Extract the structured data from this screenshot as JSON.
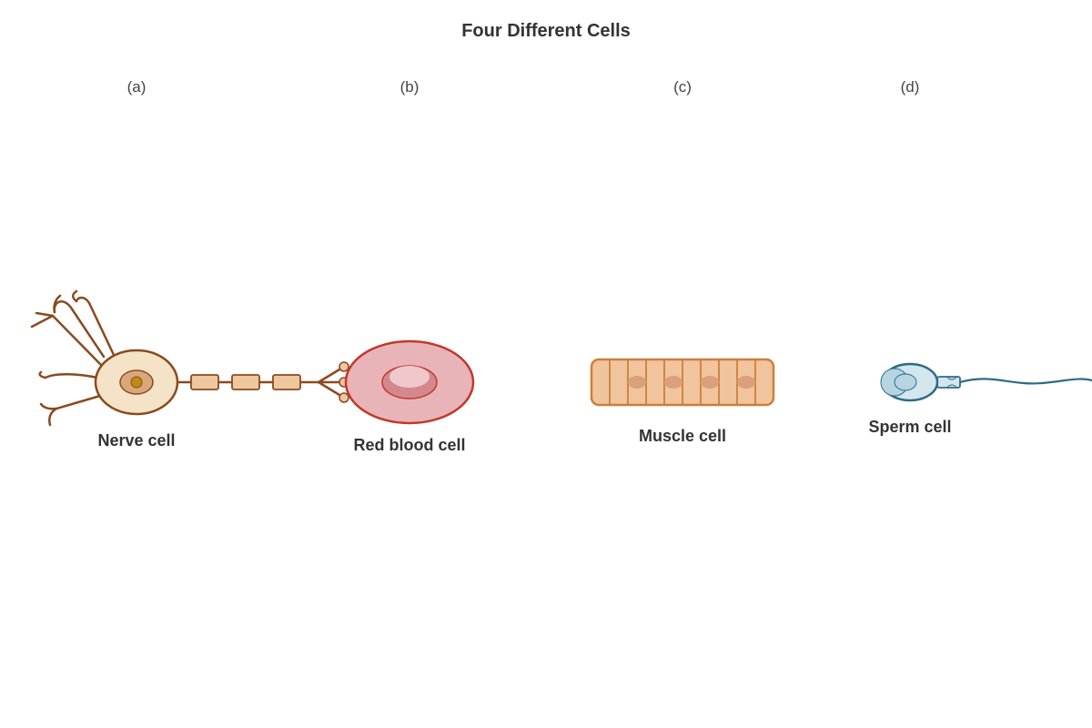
{
  "title": "Four Different Cells",
  "panels": [
    {
      "letter": "(a)",
      "label": "Nerve cell"
    },
    {
      "letter": "(b)",
      "label": "Red blood cell"
    },
    {
      "letter": "(c)",
      "label": "Muscle cell"
    },
    {
      "letter": "(d)",
      "label": "Sperm cell"
    }
  ],
  "colors": {
    "nerve_stroke": "#8B4A1F",
    "nerve_fill": "#F5E3C8",
    "nerve_nucleus": "#D9A77A",
    "nerve_nucleolus": "#C08A10",
    "myelin_fill": "#EEC79E",
    "rbc_stroke": "#C0392B",
    "rbc_fill": "#E8B4B8",
    "rbc_center": "#D4888E",
    "rbc_highlight": "#F0C8CC",
    "muscle_stroke": "#CD7F3A",
    "muscle_fill": "#F0C49C",
    "muscle_nucleus": "#D9A07A",
    "sperm_stroke": "#2E6B85",
    "sperm_fill": "#D3E6EE",
    "sperm_nucleus": "#B6D4E2"
  }
}
